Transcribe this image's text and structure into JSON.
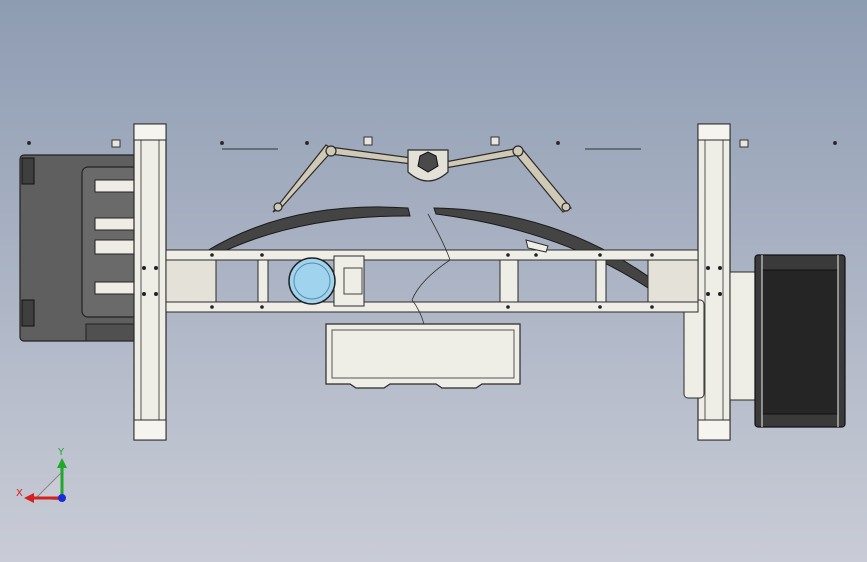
{
  "view": {
    "background_top": "#8e9cb2",
    "background_bottom": "#c9ccd6"
  },
  "triad": {
    "x_label": "X",
    "y_label": "Y",
    "x_color": "#d42020",
    "y_color": "#1fa82a",
    "z_color": "#1a2cd8"
  },
  "model": {
    "parts": [
      "left-motor-housing",
      "left-vertical-rail",
      "right-vertical-rail",
      "horizontal-frame",
      "curved-wiper-blades",
      "linkage-arms",
      "center-pivot",
      "front-tray",
      "right-motor-housing",
      "round-sensor-window"
    ],
    "colors": {
      "rail": "#eeede6",
      "outline": "#2a2a2a",
      "dark_body": "#5f5f5f",
      "blade": "#444444",
      "arm": "#cfc9b6",
      "window": "#9fd3ee"
    }
  }
}
